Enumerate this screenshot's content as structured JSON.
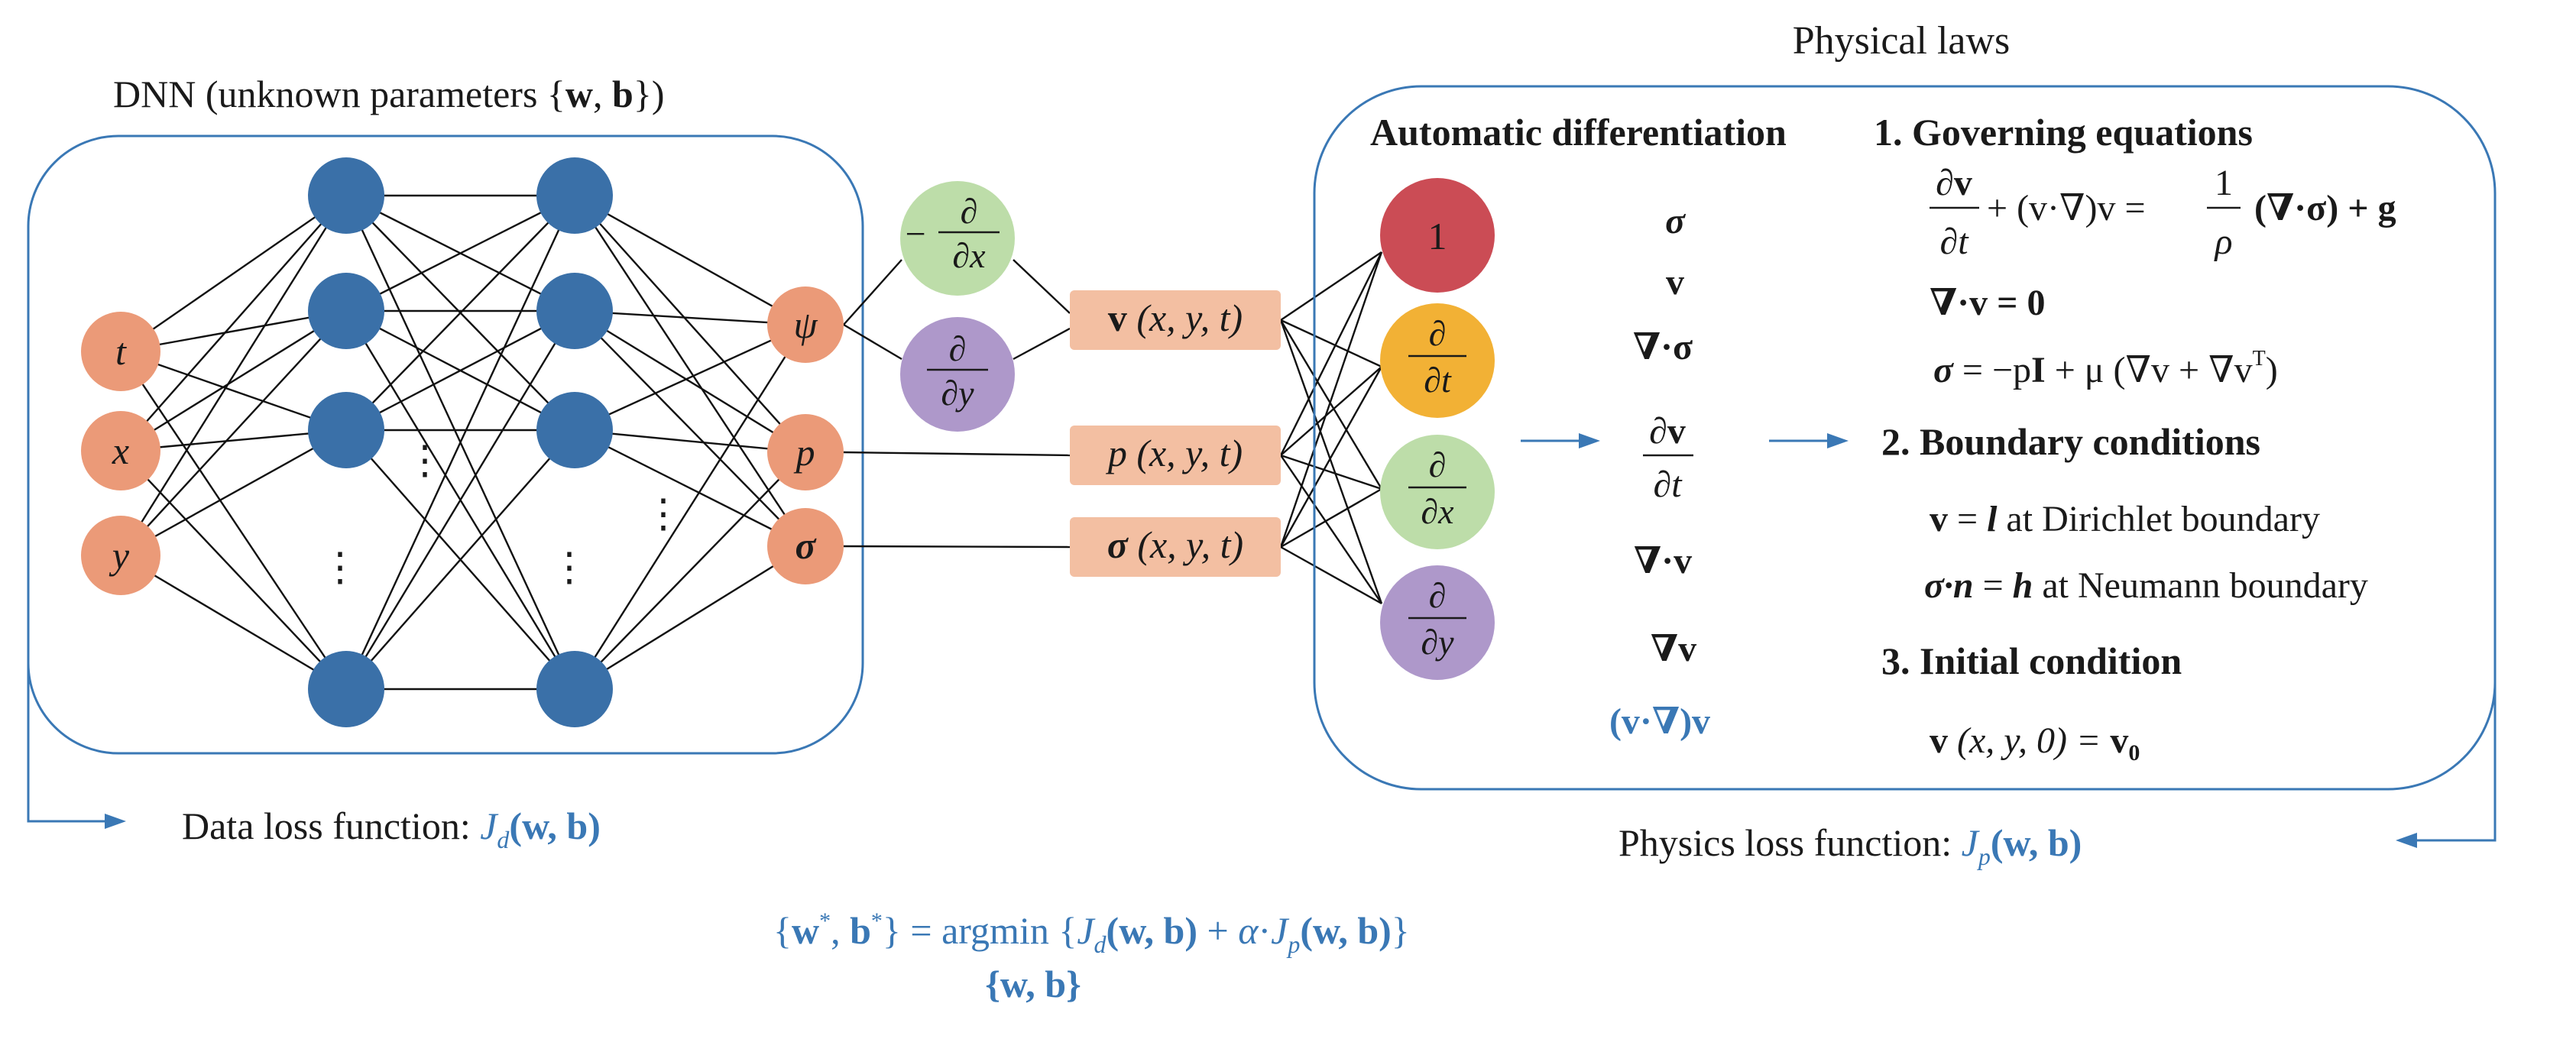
{
  "colors": {
    "box_border": "#3a78b5",
    "hidden_node": "#3a70a8",
    "io_node": "#eb9a78",
    "label_box": "#f3bfa2",
    "red_node": "#cb4c55",
    "orange_node": "#f2b135",
    "green_node": "#bddda9",
    "purple_node": "#ae98ca",
    "accent_text": "#3a78b5",
    "text": "#1a1a1a"
  },
  "dnn": {
    "title_prefix": "DNN (unknown parameters {",
    "title_w": "w",
    "title_comma": ", ",
    "title_b": "b",
    "title_suffix": "})",
    "inputs": [
      "t",
      "x",
      "y"
    ],
    "outputs": [
      "ψ",
      "p",
      "σ"
    ],
    "ellipsis": "⋮"
  },
  "derivative_ops": {
    "neg_prefix": "−",
    "partial": "∂",
    "dx": "∂x",
    "dy": "∂y",
    "dt": "∂t"
  },
  "fields": {
    "v_symbol": "v",
    "p_symbol": "p",
    "sigma_symbol": "σ",
    "args": "(x, y, t)"
  },
  "physics": {
    "title": "Physical laws",
    "auto_diff": "Automatic differentiation",
    "one_label": "1",
    "terms": {
      "sigma": "σ",
      "v": "v",
      "div_sigma": "∇·σ",
      "dv_num": "∂v",
      "dv_den": "∂t",
      "div_v": "∇·v",
      "grad_v": "∇v",
      "convective": "(v·∇)v"
    },
    "governing_title": "1. Governing equations",
    "eq1_frac_num": "∂v",
    "eq1_frac_den": "∂t",
    "eq1_mid": "+ (v·∇)v =",
    "eq1_rho_num": "1",
    "eq1_rho_den": "ρ",
    "eq1_tail": "(∇·σ) + g",
    "eq2": "∇·v = 0",
    "eq3_left": "σ",
    "eq3_mid": " = −p",
    "eq3_I": "I",
    "eq3_plus": " + μ (∇v + ∇v",
    "eq3_sup": "T",
    "eq3_close": ")",
    "boundary_title": "2. Boundary conditions",
    "bc1_v": "v",
    "bc1_eq": " = ",
    "bc1_l": "l",
    "bc1_text": " at Dirichlet boundary",
    "bc2_lhs": "σ·n",
    "bc2_eq": " = ",
    "bc2_h": "h",
    "bc2_text": " at Neumann boundary",
    "initial_title": "3. Initial condition",
    "ic_v": "v",
    "ic_args": " (x, y, 0) = ",
    "ic_v0": "v",
    "ic_sub": "0"
  },
  "losses": {
    "data_label": "Data loss function: ",
    "physics_label": "Physics loss function: ",
    "J": "J",
    "d_sub": "d",
    "p_sub": "p",
    "wb": "(w, b)"
  },
  "objective": {
    "line1": "{w*, b*} = argmin {J_d(w, b) + α·J_p(w, b)}",
    "line2": "{w, b}"
  }
}
